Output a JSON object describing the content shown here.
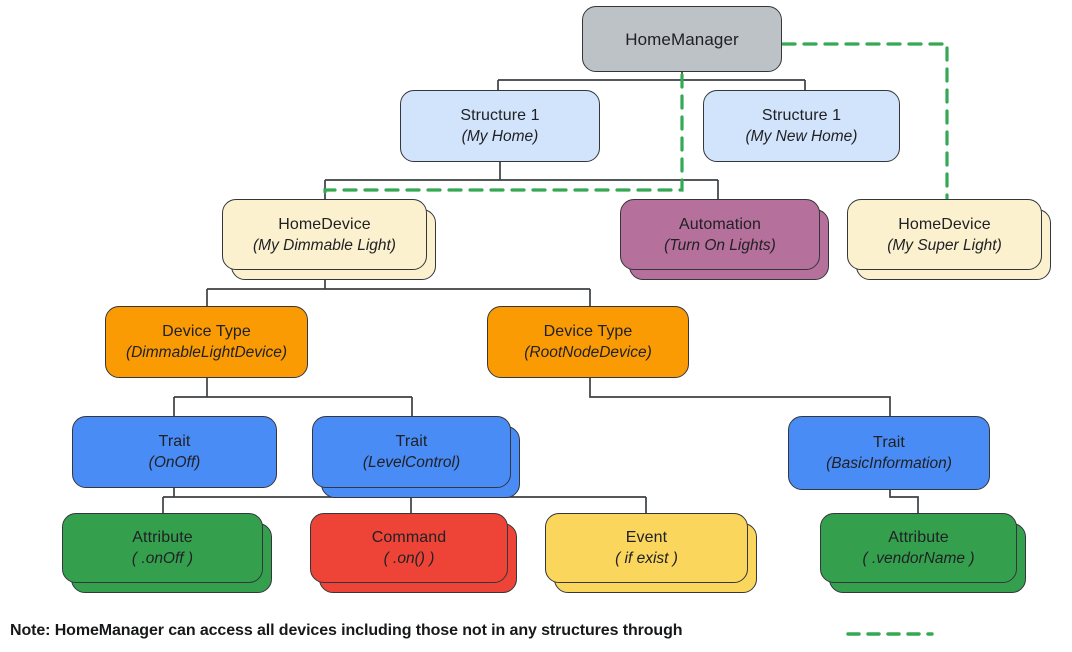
{
  "diagram_title": "HomeManager hierarchy diagram",
  "palette": {
    "gray": "#BDC2C6",
    "light_blue": "#D2E3FC",
    "cream": "#FBF1CF",
    "mauve": "#B5709C",
    "orange": "#FB9B04",
    "blue": "#4A8CF5",
    "green": "#34A04E",
    "red": "#EE4437",
    "yellow": "#FAD65C",
    "dash_green": "#34A853",
    "line": "#3C4043",
    "text": "#202124"
  },
  "nodes": {
    "home_manager": {
      "title": "HomeManager",
      "subtitle": ""
    },
    "structure_my_home": {
      "title": "Structure 1",
      "subtitle": "(My Home)"
    },
    "structure_my_new_home": {
      "title": "Structure 1",
      "subtitle": "(My New Home)"
    },
    "home_device_dimmable": {
      "title": "HomeDevice",
      "subtitle": "(My Dimmable Light)"
    },
    "automation": {
      "title": "Automation",
      "subtitle": "(Turn On Lights)"
    },
    "home_device_super": {
      "title": "HomeDevice",
      "subtitle": "(My Super Light)"
    },
    "device_type_dimmable": {
      "title": "Device Type",
      "subtitle": "(DimmableLightDevice)"
    },
    "device_type_rootnode": {
      "title": "Device Type",
      "subtitle": "(RootNodeDevice)"
    },
    "trait_onoff": {
      "title": "Trait",
      "subtitle": "(OnOff)"
    },
    "trait_levelcontrol": {
      "title": "Trait",
      "subtitle": "(LevelControl)"
    },
    "trait_basicinformation": {
      "title": "Trait",
      "subtitle": "(BasicInformation)"
    },
    "attribute_onoff": {
      "title": "Attribute",
      "subtitle": "( .onOff )"
    },
    "command_on": {
      "title": "Command",
      "subtitle": "( .on() )"
    },
    "event_ifexist": {
      "title": "Event",
      "subtitle": "( if exist )"
    },
    "attribute_vendorname": {
      "title": "Attribute",
      "subtitle": "( .vendorName )"
    }
  },
  "note": {
    "text": "Note: HomeManager can access all devices including those not in any structures through",
    "legend": "green-dashed-line"
  }
}
